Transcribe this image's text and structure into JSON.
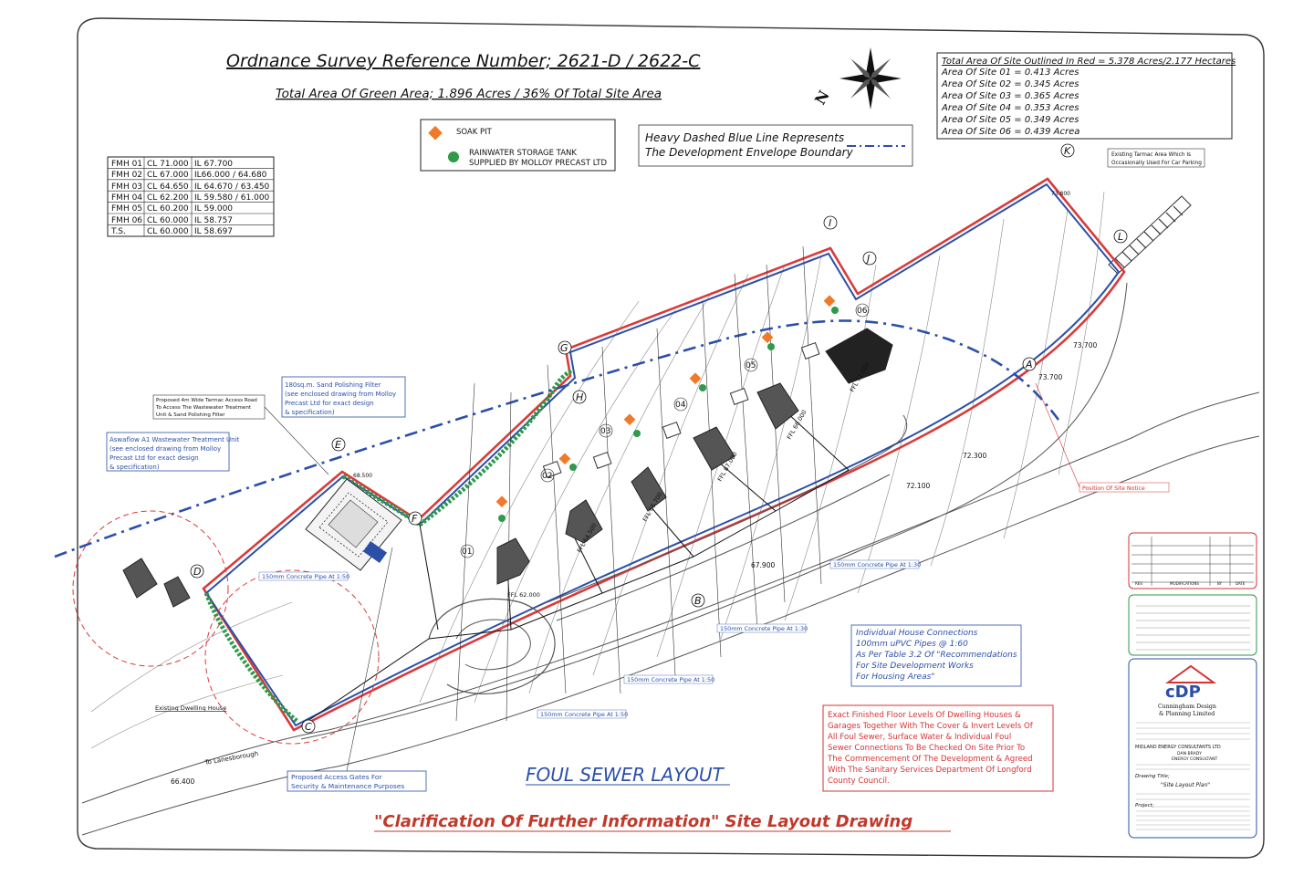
{
  "header": {
    "os_reference": "Ordnance Survey Reference Number;  2621-D / 2622-C",
    "green_area": "Total Area Of Green Area; 1.896 Acres / 36% Of Total Site Area"
  },
  "site_areas": {
    "total": "Total Area Of Site Outlined In Red = 5.378 Acres/2.177 Hectares",
    "sites": [
      "Area Of Site 01 = 0.413 Acres",
      "Area Of Site 02 = 0.345 Acres",
      "Area Of Site 03 = 0.365 Acres",
      "Area Of Site 04 = 0.353 Acres",
      "Area Of Site 05 = 0.349 Acres",
      "Area Of Site 06 = 0.439 Acrea"
    ]
  },
  "legend": {
    "soak_pit": "SOAK PIT",
    "tank_line1": "RAINWATER STORAGE TANK",
    "tank_line2": "SUPPLIED BY MOLLOY PRECAST LTD"
  },
  "envelope_note": {
    "line1": "Heavy Dashed Blue Line Represents",
    "line2": "The Development Envelope Boundary"
  },
  "manholes": [
    [
      "FMH 01",
      "CL 71.000",
      "IL 67.700"
    ],
    [
      "FMH 02",
      "CL 67.000",
      "IL66.000 / 64.680"
    ],
    [
      "FMH 03",
      "CL 64.650",
      "IL 64.670 / 63.450"
    ],
    [
      "FMH 04",
      "CL 62.200",
      "IL 59.580 / 61.000"
    ],
    [
      "FMH 05",
      "CL 60.200",
      "IL 59.000"
    ],
    [
      "FMH 06",
      "CL 60.000",
      "IL 58.757"
    ],
    [
      "T.S.",
      "CL 60.000",
      "IL 58.697"
    ]
  ],
  "tarmac_note": {
    "line1": "Existing Tarmac Area Which Is",
    "line2": "Occasionally Used For Car Parking"
  },
  "notes": {
    "access_road": [
      "Proposed 4m Wide Tarmac Access Road",
      "To Access The Wastewater Treatment",
      "Unit & Sand Polishing Filter"
    ],
    "sand_filter": [
      "180sq.m. Sand Polishing Filter",
      "(see enclosed drawing from Molloy",
      "Precast Ltd for exact design",
      "& specification)"
    ],
    "aswaflow": [
      "Aswaflow A1 Wastewater Treatment Unit",
      "(see enclosed drawing from Molloy",
      "Precast Ltd for exact design",
      "& specification)"
    ],
    "house_connections": [
      "Individual House Connections",
      "100mm uPVC Pipes @ 1:60",
      "As Per Table 3.2 Of \"Recommendations",
      "For Site Development Works",
      "For Housing Areas\""
    ],
    "floor_levels": [
      "Exact Finished Floor Levels Of Dwelling Houses &",
      "Garages Together With The Cover & Invert Levels Of",
      "All Foul Sewer, Surface Water & Individual Foul",
      "Sewer Connections To Be Checked On Site Prior To",
      "The Commencement Of The Development & Agreed",
      "With The Sanitary Services Department Of Longford",
      "County Council."
    ],
    "access_gates": [
      "Proposed Access Gates For",
      "Security & Maintenance Purposes"
    ],
    "existing_dwelling": "Existing Dwelling House",
    "to_lanesborough": "To Lanesborough",
    "site_notice": "Position Of Site Notice"
  },
  "pipes": {
    "p1": "150mm Concrete Pipe At 1:50",
    "p2": "150mm Concrete Pipe At 1:30",
    "p3": "150mm Concrete Pipe At 1:30",
    "p4": "150mm Concrete Pipe At 1:50",
    "p5": "150mm Concrete Pipe At 1:50"
  },
  "points": [
    "A",
    "B",
    "C",
    "D",
    "E",
    "F",
    "G",
    "H",
    "I",
    "J",
    "K",
    "L"
  ],
  "sites": [
    "01",
    "02",
    "03",
    "04",
    "05",
    "06"
  ],
  "ffl": [
    "FFL 62.000",
    "FFL 64.500",
    "FFL 65.700",
    "FFL 67.000",
    "FFL 66.000",
    "FFL 71.000"
  ],
  "levels": [
    "73.700",
    "73.700",
    "72.100",
    "72.300",
    "67.900",
    "66.400",
    "73.800",
    "68.500"
  ],
  "titles": {
    "foul_sewer": "FOUL SEWER LAYOUT",
    "drawing": "\"Clarification Of Further Information\" Site Layout Drawing"
  },
  "title_block": {
    "rev_headers": [
      "REV.",
      "MODIFICATIONS",
      "BY",
      "DATE"
    ],
    "logo": "cDP",
    "company": [
      "Cunningham Design",
      "& Planning Limited"
    ],
    "consultant": [
      "MIDLAND ENERGY CONSULTANTS LTD",
      "DAN BRADY",
      "ENERGY CONSULTANT"
    ],
    "drawing_title_label": "Drawing Title;",
    "drawing_title": "\"Site Layout Plan\"",
    "project_label": "Project;"
  },
  "colors": {
    "site_red": "#d93a3a",
    "envelope_blue": "#2b4fa8",
    "hedge_green": "#2e9a4a",
    "note_red": "#d63232",
    "title_red": "#c0392b",
    "soak_orange": "#f07a2a"
  }
}
